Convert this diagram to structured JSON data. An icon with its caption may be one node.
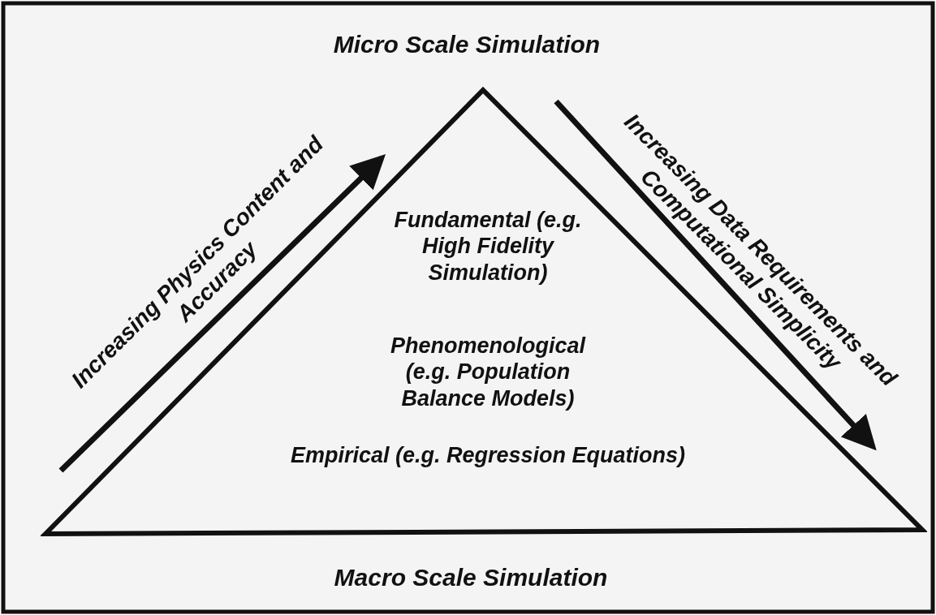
{
  "diagram": {
    "nodes": [
      {
        "text": [
          "Fundamental (e.g. High Fidelity Simulation)",
          "Phenomenological (e.g. Population Balance Models)",
          "Empirical (e.g. Regression Equations)"
        ]
      }
    ],
    "edges": [],
    "labels": [
      "Micro Scale Simulation",
      "Increasing Physics Content and Accuracy",
      "Increasing Data Requirements and Computational Simplicity",
      "Macro Scale Simulation"
    ]
  }
}
